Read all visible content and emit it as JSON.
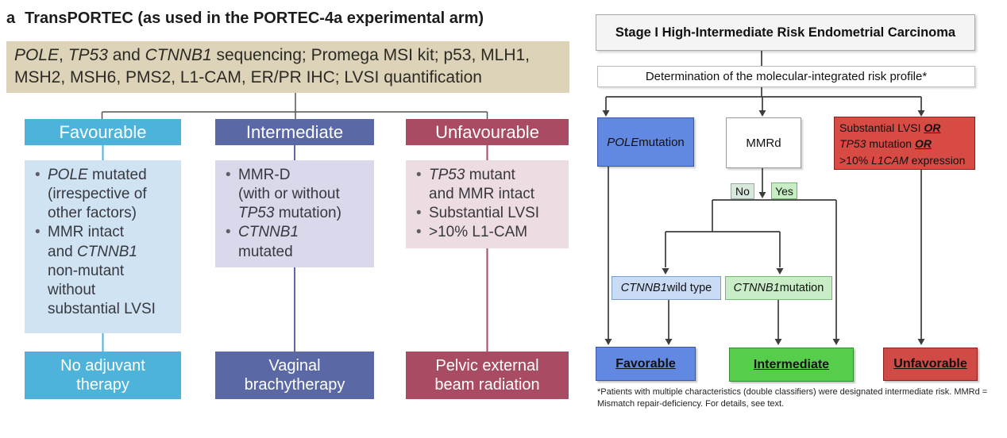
{
  "figure": {
    "panel_label": "a",
    "title": "TransPORTEC (as used in the PORTEC-4a experimental arm)"
  },
  "left_chart": {
    "assay_box": {
      "segments": [
        {
          "t": "POLE",
          "i": true
        },
        {
          "t": ", "
        },
        {
          "t": "TP53",
          "i": true
        },
        {
          "t": " and "
        },
        {
          "t": "CTNNB1",
          "i": true
        },
        {
          "t": " sequencing; Promega MSI kit; p53, MLH1,\nMSH2, MSH6, PMS2, L1-CAM, ER/PR IHC; LVSI quantification"
        }
      ]
    },
    "columns": [
      {
        "header": "Favourable",
        "bullets": [
          {
            "segments": [
              {
                "t": "POLE",
                "i": true
              },
              {
                "t": " mutated\n(irrespective of\nother factors)"
              }
            ]
          },
          {
            "segments": [
              {
                "t": "MMR intact\nand "
              },
              {
                "t": "CTNNB1",
                "i": true
              },
              {
                "t": "\nnon-mutant\nwithout\nsubstantial LVSI"
              }
            ]
          }
        ],
        "outcome": "No adjuvant\ntherapy"
      },
      {
        "header": "Intermediate",
        "bullets": [
          {
            "segments": [
              {
                "t": "MMR-D\n(with or without\n"
              },
              {
                "t": "TP53",
                "i": true
              },
              {
                "t": " mutation)"
              }
            ]
          },
          {
            "segments": [
              {
                "t": "CTNNB1",
                "i": true
              },
              {
                "t": "\nmutated"
              }
            ]
          }
        ],
        "outcome": "Vaginal\nbrachytherapy"
      },
      {
        "header": "Unfavourable",
        "bullets": [
          {
            "segments": [
              {
                "t": "TP53",
                "i": true
              },
              {
                "t": " mutant\nand MMR intact"
              }
            ]
          },
          {
            "segments": [
              {
                "t": "Substantial LVSI"
              }
            ]
          },
          {
            "segments": [
              {
                "t": ">10% L1-CAM"
              }
            ]
          }
        ],
        "outcome": "Pelvic external\nbeam radiation"
      }
    ]
  },
  "right_chart": {
    "title_box": "Stage I High-Intermediate Risk Endometrial Carcinoma",
    "step_box": "Determination of the molecular-integrated risk profile*",
    "pole_box": {
      "segments": [
        {
          "t": "POLE",
          "i": true
        },
        {
          "t": " mutation"
        }
      ]
    },
    "mmrd_label": "MMRd",
    "high_risk_box": {
      "segments": [
        {
          "t": "Substantial LVSI "
        },
        {
          "t": "OR",
          "b": true,
          "i": true,
          "u": true
        },
        {
          "t": "\n"
        },
        {
          "t": "TP53",
          "i": true
        },
        {
          "t": " mutation "
        },
        {
          "t": "OR",
          "b": true,
          "i": true,
          "u": true
        },
        {
          "t": "\n>10% "
        },
        {
          "t": "L1CAM",
          "i": true
        },
        {
          "t": " expression"
        }
      ]
    },
    "no_label": "No",
    "yes_label": "Yes",
    "ctnnb1_wild_type": {
      "segments": [
        {
          "t": "CTNNB1",
          "i": true
        },
        {
          "t": " wild type"
        }
      ]
    },
    "ctnnb1_mutation": {
      "segments": [
        {
          "t": "CTNNB1",
          "i": true
        },
        {
          "t": " mutation"
        }
      ]
    },
    "outcomes": {
      "favorable": "Favorable",
      "intermediate": "Intermediate",
      "unfavorable": "Unfavorable"
    },
    "footnote": "*Patients with multiple characteristics (double classifiers) were designated intermediate risk. MMRd =\nMismatch repair-deficiency. For details, see text."
  },
  "colors": {
    "left_favourable": "#4db3da",
    "left_favourable_light": "#cfe3f3",
    "left_intermediate": "#5a69a5",
    "left_intermediate_light": "#d9d9eb",
    "left_unfavourable": "#a94b62",
    "left_unfavourable_light": "#eddce1",
    "left_assay_bg": "#ddd3b9",
    "right_blue": "#6289e1",
    "right_red": "#d84b44",
    "right_green": "#57ce4b",
    "right_light_blue": "#cadbf5",
    "right_light_green": "#c9eec7",
    "right_connector": "#3d3d3d"
  }
}
